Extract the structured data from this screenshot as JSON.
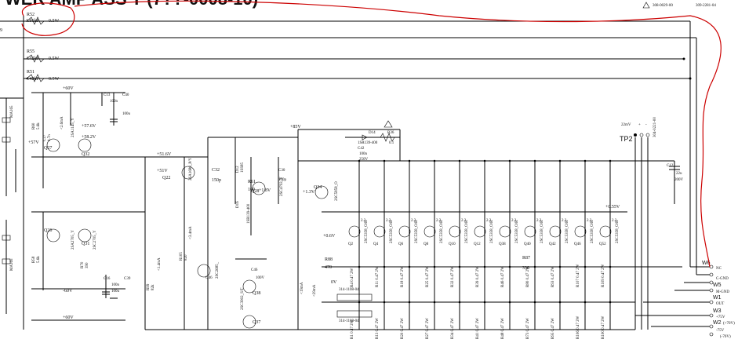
{
  "header": {
    "title": "WER AMP ASS'Y (7??-0008-10)",
    "warning_code": "308-0029-00",
    "part_number": "309-2281-04"
  },
  "rails": {
    "r52": {
      "ref": "R52",
      "value": "1.91kF",
      "rating": "0.5W"
    },
    "r55": {
      "ref": "R55",
      "value": "4.42kF",
      "rating": "0.5W"
    },
    "r51": {
      "ref": "R51",
      "value": "4.42kF",
      "rating": "0.5W"
    },
    "left_ref": "9"
  },
  "voltages": {
    "v60a": "+60V",
    "v60b": "-60V",
    "v60c": "+60V",
    "v85": "+85V",
    "v516": "+51.6V",
    "v51": "+51V",
    "v576": "+57.6V",
    "v582": "+58.2V",
    "v57": "+57V",
    "v055": "+0.55V",
    "v06": "+0.6V",
    "v0": "0V",
    "v18": "+1.8V",
    "v13": "+1.3V"
  },
  "test_point": {
    "label": "TP2",
    "mv": "22mV",
    "plus": "+",
    "minus": "-",
    "part": "304-0221-00"
  },
  "connector": {
    "w6": "W6",
    "w5": "W5",
    "w1": "W1",
    "w3": "W3",
    "w2": "W2",
    "pins": [
      "NC",
      "C-GND",
      "M-GND",
      "OUT",
      "+75V",
      "(+70V)",
      "-75V",
      "(-70V)"
    ]
  },
  "components": {
    "d14": "D14",
    "d14_part": "1SR139-400",
    "r36": "R36",
    "r36_val": "0.1",
    "c42": "C42",
    "c42_val": "100n",
    "c42_v": "250V",
    "c12": "C12",
    "c12_val": "22u",
    "c12_v": "200V",
    "q22": "Q22",
    "q22_part": "2SA1680_P/Y",
    "c32": "C32",
    "c32_val": "150p",
    "q28": "Q28",
    "q28_part": "2SC4793_Y",
    "q34": "Q34",
    "q34_part": "2SC5858_O",
    "r61": "R61",
    "r61_val": "100",
    "c30": "C30",
    "c30_val": "100p",
    "d12": "D12",
    "d12_part": "1SS85",
    "d16": "D16",
    "d16_part": "1SR139-400",
    "q27": "Q27",
    "q27_part": "2SA1145_Y",
    "q32": "Q32",
    "r60": "R60",
    "r60_val": "5.6k",
    "c27": "C27",
    "c27_val": "4.7n",
    "c13": "C13",
    "c13_val": "100n",
    "c40": "C40",
    "c40_val": "100u",
    "q26": "Q26",
    "q31": "Q31",
    "q26_part": "2SA2705_Y",
    "q31_part": "2SC2705_Y",
    "r58": "R58",
    "r58_val": "5.6k",
    "r70": "R70",
    "r70_val": "390",
    "c16": "C16",
    "c16_val": "100n",
    "c39": "C39",
    "c39_val": "100u",
    "q46": "Q46",
    "q46_part": "2SC2685_",
    "r105": "R105",
    "r105_val": "820",
    "q38": "Q38",
    "q38_part": "2SC3902_S/T",
    "q37": "Q37",
    "c46": "C46",
    "c46_val": "100V",
    "r88": "R88",
    "r88_val": "470",
    "r87": "R87",
    "r87_val": "330",
    "conn1": "314-1108-04",
    "conn2": "314-1108-04",
    "ma165a": "MA165",
    "ma165b": "MA165",
    "cur_28": "<2.6mA",
    "cur_14": "<1.4mA",
    "cur_34": "<3.4mA",
    "cur_19": "<19mA",
    "cur_29": "<29mA",
    "r99": "R99",
    "r99_val": "82k"
  },
  "output_pairs": [
    {
      "q": "Q2",
      "r": "2.2"
    },
    {
      "q": "Q4",
      "r": "2.2"
    },
    {
      "q": "Q6",
      "r": "2.2"
    },
    {
      "q": "Q8",
      "r": "2.2"
    },
    {
      "q": "Q10",
      "r": "2.2"
    },
    {
      "q": "Q12",
      "r": "2.2"
    },
    {
      "q": "Q38",
      "r": "2.2"
    },
    {
      "q": "Q40",
      "r": "2.2"
    },
    {
      "q": "Q42",
      "r": "2.2"
    },
    {
      "q": "Q46",
      "r": "2.2"
    },
    {
      "q": "Q52",
      "r": "2.2"
    }
  ],
  "output_part": "2SC5358_O/R",
  "emitter_resistors": {
    "top": [
      "R4",
      "R11",
      "R18",
      "R25",
      "R32",
      "R39",
      "R46",
      "R80",
      "R93",
      "R107",
      "R109"
    ],
    "bottom": [
      "R1",
      "R13",
      "R20",
      "R27",
      "R34",
      "R41",
      "R48",
      "R73",
      "R95",
      "R106",
      "R100"
    ],
    "value": "0.47",
    "rating": "2W"
  }
}
